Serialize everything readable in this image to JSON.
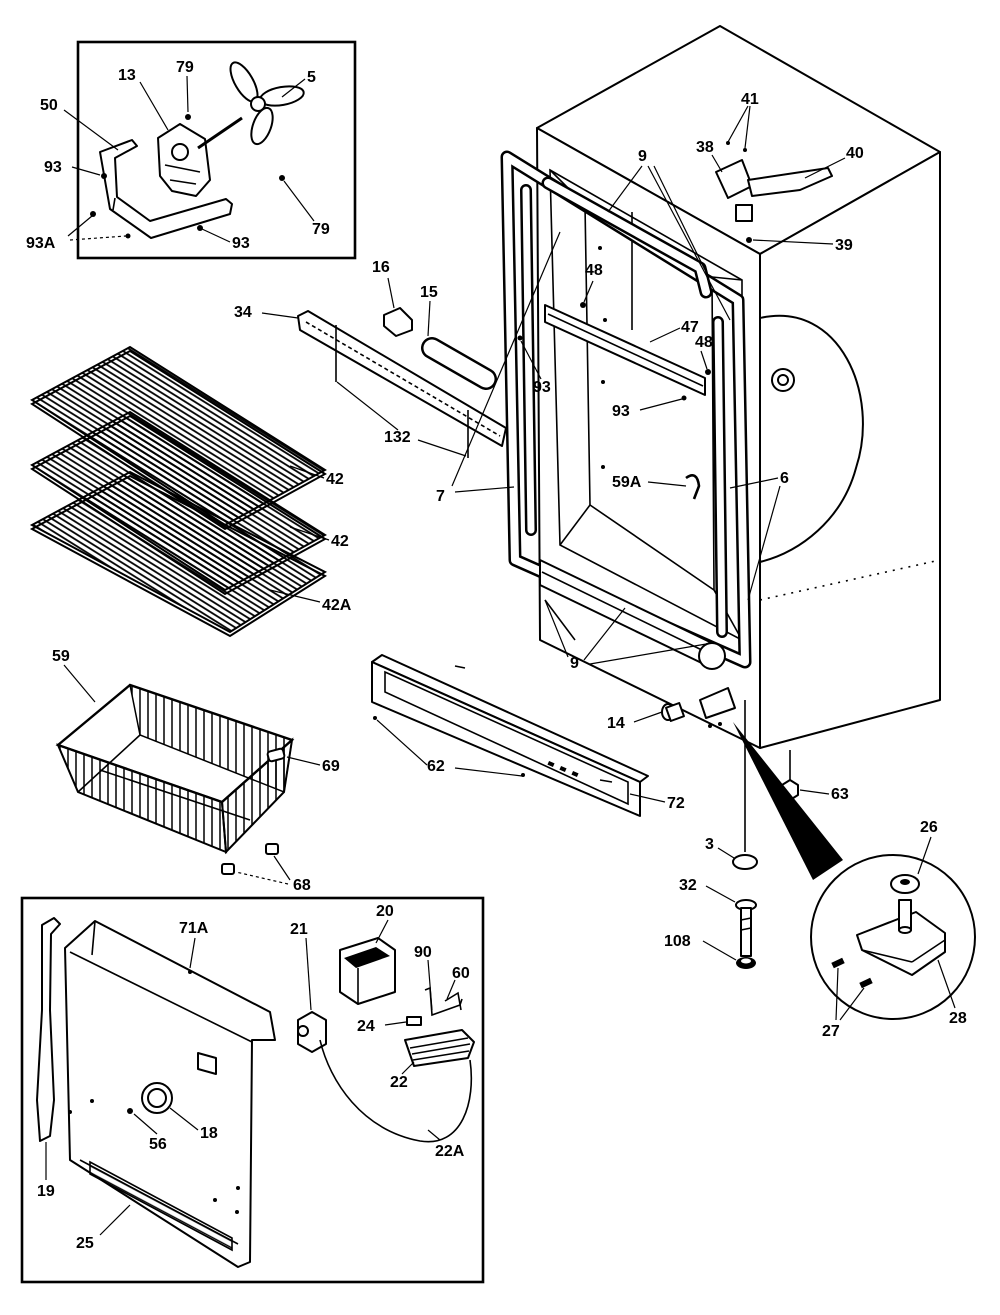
{
  "callouts": {
    "fan_motor_inset": [
      "13",
      "79",
      "5",
      "50",
      "93",
      "93A",
      "93",
      "79"
    ],
    "cabinet": [
      "9",
      "41",
      "38",
      "40",
      "39",
      "16",
      "15",
      "48",
      "34",
      "47",
      "48",
      "93",
      "93",
      "132",
      "59A",
      "6",
      "7",
      "42",
      "42",
      "42A",
      "9",
      "14",
      "59",
      "69",
      "62",
      "72",
      "63",
      "68",
      "3",
      "32",
      "108"
    ],
    "hinge_detail": [
      "26",
      "27",
      "28"
    ],
    "control_inset": [
      "71A",
      "21",
      "20",
      "90",
      "60",
      "24",
      "22",
      "18",
      "56",
      "19",
      "22A",
      "25"
    ]
  }
}
